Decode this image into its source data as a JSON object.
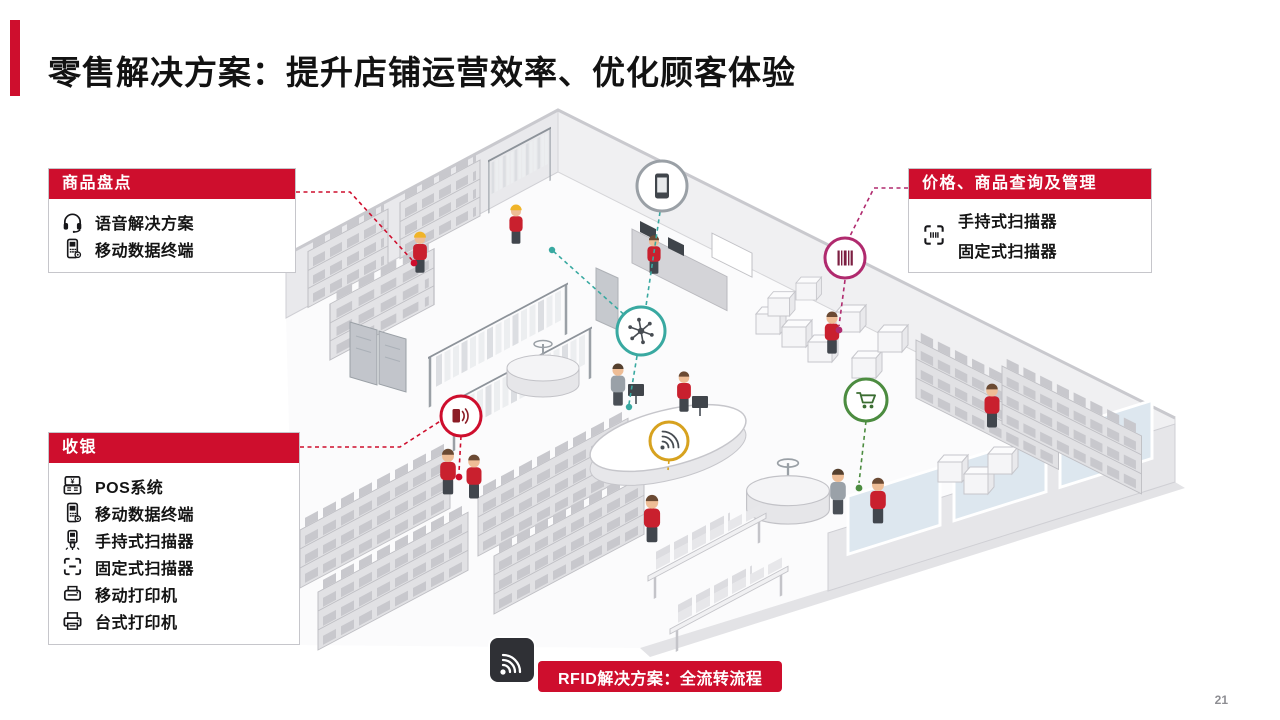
{
  "slide": {
    "title": "零售解决方案：提升店铺运营效率、优化顾客体验",
    "page_number": "21"
  },
  "colors": {
    "accent_red": "#ce0e2d",
    "badge_teal": "#39a9a1",
    "badge_magenta": "#b02a6e",
    "badge_yellow": "#d7a21f",
    "badge_green": "#4c8c40",
    "badge_gray": "#9aa0a6",
    "rfid_chip": "#2f3035"
  },
  "callouts": {
    "inventory": {
      "header": "商品盘点",
      "items": [
        {
          "icon": "headset-icon",
          "label": "语音解决方案"
        },
        {
          "icon": "mobile-data-terminal-icon",
          "label": "移动数据终端"
        }
      ]
    },
    "checkout": {
      "header": "收银",
      "items": [
        {
          "icon": "pos-icon",
          "label": "POS系统"
        },
        {
          "icon": "mobile-data-terminal-icon",
          "label": "移动数据终端"
        },
        {
          "icon": "handheld-scanner-icon",
          "label": "手持式扫描器"
        },
        {
          "icon": "fixed-scanner-icon",
          "label": "固定式扫描器"
        },
        {
          "icon": "mobile-printer-icon",
          "label": "移动打印机"
        },
        {
          "icon": "desktop-printer-icon",
          "label": "台式打印机"
        }
      ]
    },
    "price_query": {
      "header": "价格、商品查询及管理",
      "items": [
        {
          "icon": "scan-frame-icon",
          "label": "手持式扫描器"
        },
        {
          "icon": "scan-frame-icon",
          "label": "固定式扫描器"
        }
      ]
    }
  },
  "rfid": {
    "icon": "rfid-chip-icon",
    "label": "RFID解决方案：全流转流程"
  },
  "diagram": {
    "badges": [
      {
        "name": "mobile-computer-badge",
        "color": "#9aa0a6"
      },
      {
        "name": "barcode-badge",
        "color": "#b02a6e"
      },
      {
        "name": "wireless-network-badge",
        "color": "#39a9a1"
      },
      {
        "name": "contactless-reader-badge",
        "color": "#ce0e2d"
      },
      {
        "name": "contactless-counter-badge",
        "color": "#d7a21f"
      },
      {
        "name": "shopping-cart-badge",
        "color": "#4c8c40"
      },
      {
        "name": "rfid-chip-icon",
        "color": "#2f3035"
      }
    ]
  }
}
